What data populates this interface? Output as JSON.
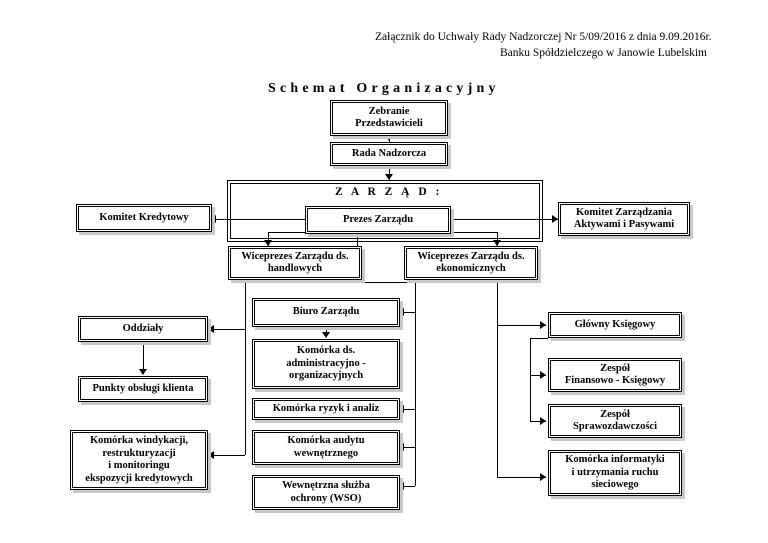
{
  "header": {
    "line1": "Załącznik do Uchwały Rady Nadzorczej Nr  5/09/2016  z dnia 9.09.2016r.",
    "line2": "Banku Spółdzielczego w Janowie Lubelskim"
  },
  "title": "Schemat Organizacyjny",
  "chart": {
    "group_label": "Z A R Z Ą D :",
    "nodes": {
      "zebranie": "Zebranie\nPrzedstawicieli",
      "zebranie_l1": "Zebranie",
      "zebranie_l2": "Przedstawicieli",
      "rada": "Rada Nadzorcza",
      "prezes": "Prezes Zarządu",
      "komitet_kredytowy": "Komitet Kredytowy",
      "komitet_zarzadzania_l1": "Komitet Zarządzania",
      "komitet_zarzadzania_l2": "Aktywami i Pasywami",
      "wiceprezes_handlowych_l1": "Wiceprezes Zarządu ds.",
      "wiceprezes_handlowych_l2": "handlowych",
      "wiceprezes_ekonomicznych_l1": "Wiceprezes Zarządu ds.",
      "wiceprezes_ekonomicznych_l2": "ekonomicznych",
      "biuro_zarzadu": "Biuro Zarządu",
      "komorka_admin_l1": "Komórka ds.",
      "komorka_admin_l2": "administracyjno -",
      "komorka_admin_l3": "organizacyjnych",
      "komorka_ryzyk": "Komórka ryzyk i analiz",
      "komorka_audytu_l1": "Komórka audytu",
      "komorka_audytu_l2": "wewnętrznego",
      "wso_l1": "Wewnętrzna służba",
      "wso_l2": "ochrony (WSO)",
      "oddzialy": "Oddziały",
      "punkty": "Punkty obsługi klienta",
      "windykacja_l1": "Komórka windykacji,",
      "windykacja_l2": "restrukturyzacji",
      "windykacja_l3": "i monitoringu",
      "windykacja_l4": "ekspozycji kredytowych",
      "glowny_ksiegowy": "Główny Księgowy",
      "zespol_fin_l1": "Zespół",
      "zespol_fin_l2": "Finansowo - Księgowy",
      "zespol_spraw_l1": "Zespół",
      "zespol_spraw_l2": "Sprawozdawczości",
      "komorka_it_l1": "Komórka informatyki",
      "komorka_it_l2": "i utrzymania ruchu",
      "komorka_it_l3": "sieciowego"
    }
  },
  "colors": {
    "line": "#000000",
    "box_fill": "#ffffff",
    "shadow": "#c8c8c8"
  }
}
